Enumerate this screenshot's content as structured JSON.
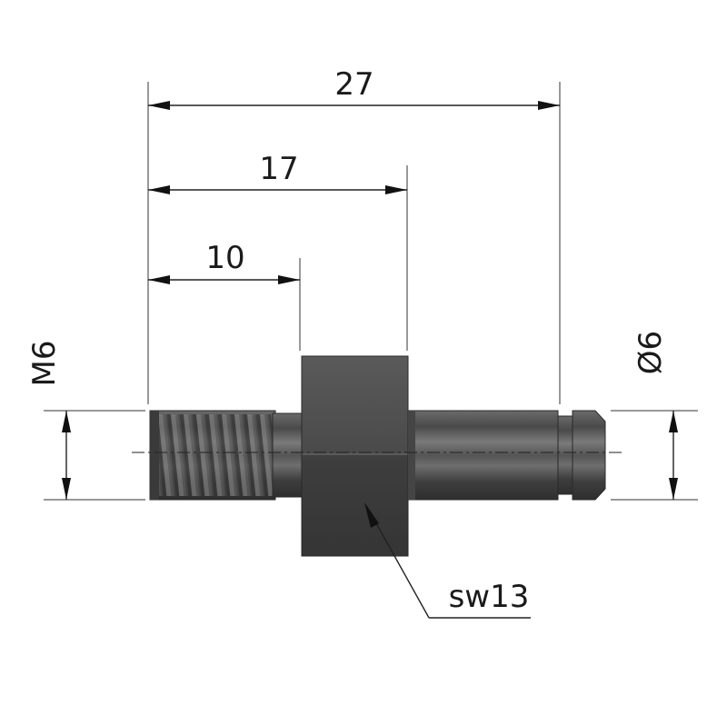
{
  "dimensions": {
    "overall_length": "27",
    "hex_end": "17",
    "thread_length": "10",
    "thread_size": "M6",
    "pin_diameter": "Ø6",
    "wrench_size": "sw13"
  },
  "colors": {
    "part_dark": "#3c3c3c",
    "part_mid": "#5e5e5e",
    "part_light": "#8a8a8a",
    "line": "#222222"
  }
}
